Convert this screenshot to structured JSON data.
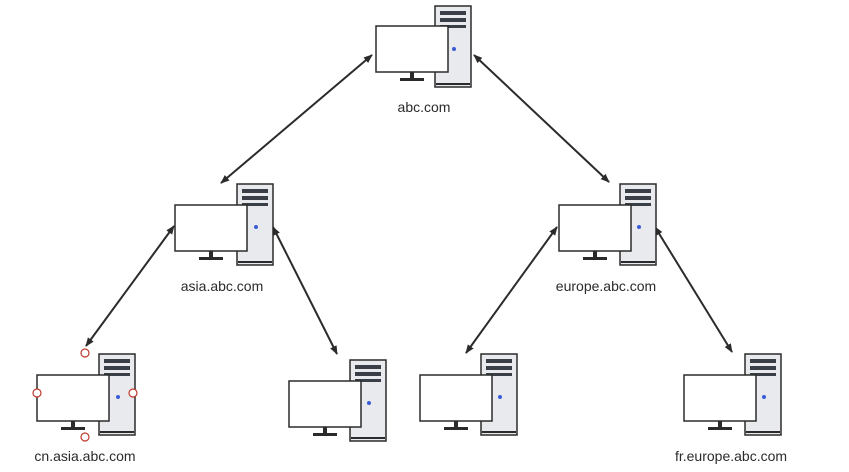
{
  "colors": {
    "background": "#ffffff",
    "stroke": "#2b2b2b",
    "tower_face": "#e8eaed",
    "tower_slot": "#3a3f47",
    "power_led": "#3b5bd8",
    "monitor_screen": "#ffffff",
    "selection_handle": "#c0392b"
  },
  "icons": {
    "computer": "desktop-computer-icon"
  },
  "nodes": [
    {
      "id": "abc",
      "label": "abc.com"
    },
    {
      "id": "asia",
      "label": "asia.abc.com"
    },
    {
      "id": "europe",
      "label": "europe.abc.com"
    },
    {
      "id": "cn-asia",
      "label": "cn.asia.abc.com",
      "selected": true
    },
    {
      "id": "asia-child-2",
      "label": ""
    },
    {
      "id": "europe-child-1",
      "label": ""
    },
    {
      "id": "fr-europe",
      "label": "fr.europe.abc.com"
    }
  ],
  "edges": [
    {
      "from": "abc",
      "to": "asia",
      "arrows": "both"
    },
    {
      "from": "abc",
      "to": "europe",
      "arrows": "both"
    },
    {
      "from": "asia",
      "to": "cn-asia",
      "arrows": "both"
    },
    {
      "from": "asia",
      "to": "asia-child-2",
      "arrows": "both"
    },
    {
      "from": "europe",
      "to": "europe-child-1",
      "arrows": "both"
    },
    {
      "from": "europe",
      "to": "fr-europe",
      "arrows": "both"
    }
  ]
}
